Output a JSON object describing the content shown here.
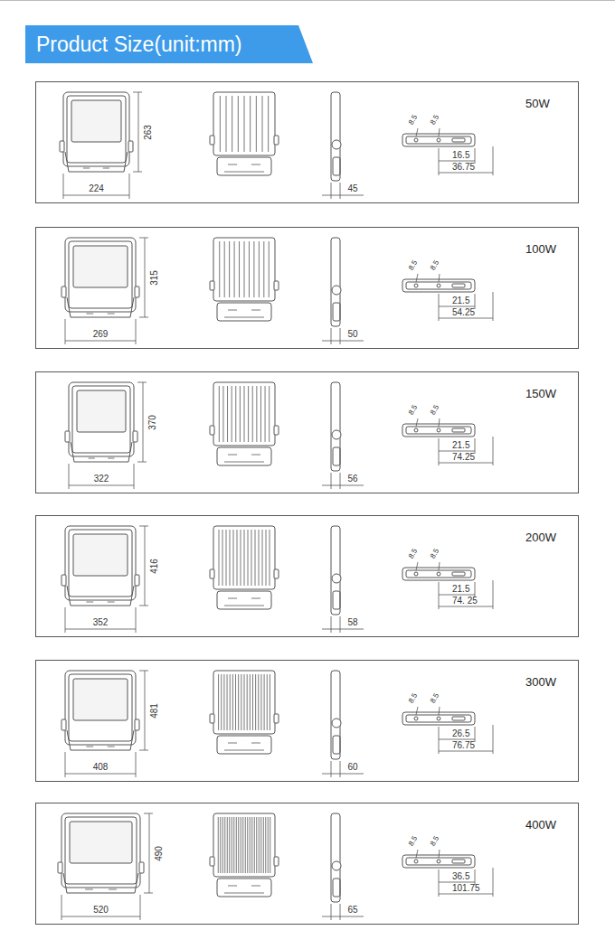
{
  "diagram": {
    "title": "Product Size(unit:mm)",
    "nodes": [
      {
        "text": [
          "50W"
        ]
      },
      {
        "text": [
          "100W"
        ]
      },
      {
        "text": [
          "150W"
        ]
      },
      {
        "text": [
          "200W"
        ]
      },
      {
        "text": [
          "300W"
        ]
      },
      {
        "text": [
          "400W"
        ]
      }
    ],
    "labels": [
      "263",
      "224",
      "45",
      "8.5",
      "8.5",
      "16.5",
      "36.75",
      "315",
      "269",
      "50",
      "8.5",
      "8.5",
      "21.5",
      "54.25",
      "370",
      "322",
      "56",
      "8.5",
      "8.5",
      "21.5",
      "74.25",
      "416",
      "352",
      "58",
      "8.5",
      "8.5",
      "21.5",
      "74. 25",
      "481",
      "408",
      "60",
      "8.5",
      "8.5",
      "26.5",
      "76.75",
      "490",
      "520",
      "65",
      "8.5",
      "8.5",
      "36.5",
      "101.75"
    ]
  }
}
